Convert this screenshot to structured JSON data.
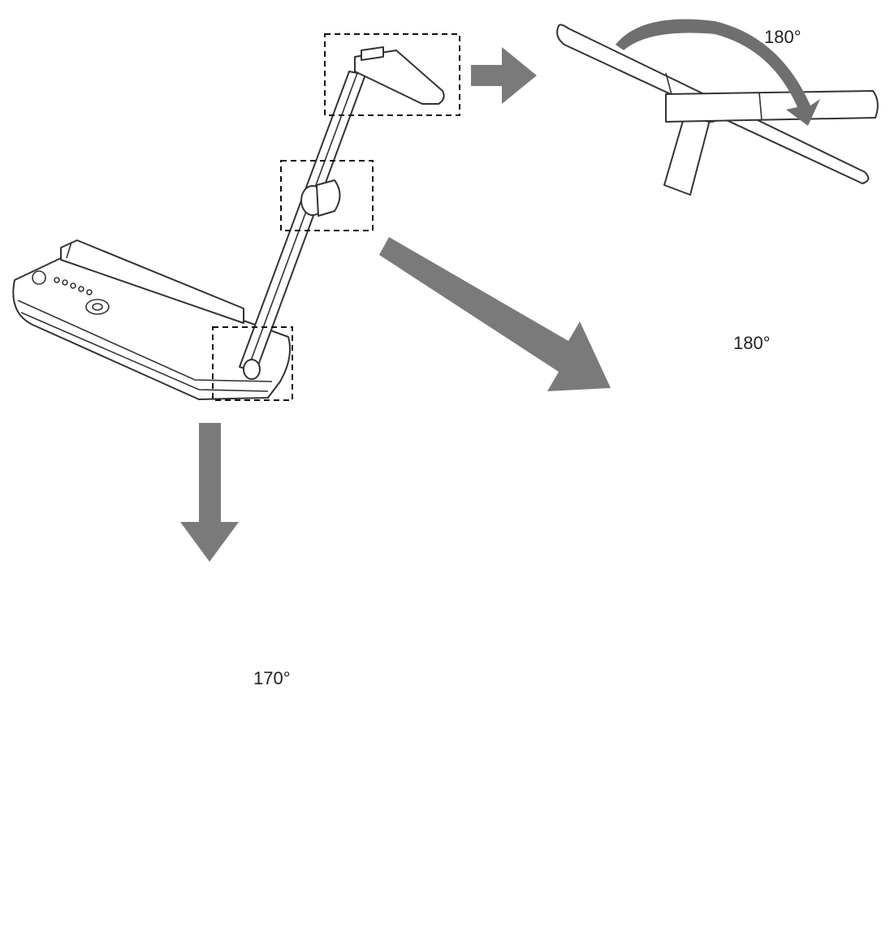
{
  "labels": {
    "head_rotation": "180°",
    "arm_rotation": "180°",
    "base_rotation": "170°"
  },
  "colors": {
    "arrow": "#7a7a7a",
    "arc": "#6f6f6f",
    "outline": "#333333"
  }
}
